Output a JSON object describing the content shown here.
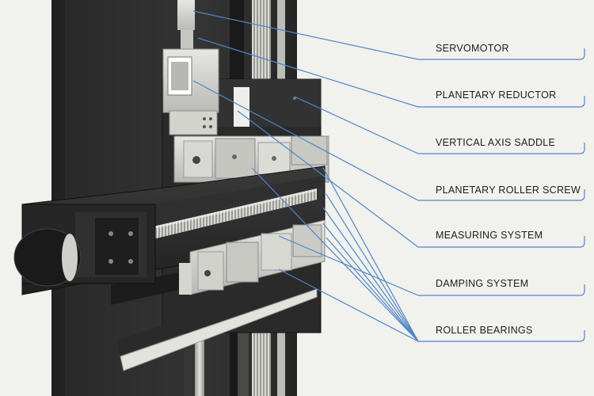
{
  "labels": [
    {
      "id": "servomotor",
      "text": "SERVOMOTOR"
    },
    {
      "id": "planetary-reductor",
      "text": "PLANETARY REDUCTOR"
    },
    {
      "id": "vertical-axis-saddle",
      "text": "VERTICAL AXIS SADDLE"
    },
    {
      "id": "planetary-roller-screw",
      "text": "PLANETARY ROLLER SCREW"
    },
    {
      "id": "measuring-system",
      "text": "MEASURING SYSTEM"
    },
    {
      "id": "damping-system",
      "text": "DAMPING SYSTEM"
    },
    {
      "id": "roller-bearings",
      "text": "ROLLER BEARINGS"
    }
  ],
  "colors": {
    "background": "#f1f1ee",
    "leader_line": "#4f86c6",
    "machine_dark": "#2b2b2b",
    "machine_metal": "#cfd0cc",
    "label_text": "#1d1d1d"
  }
}
